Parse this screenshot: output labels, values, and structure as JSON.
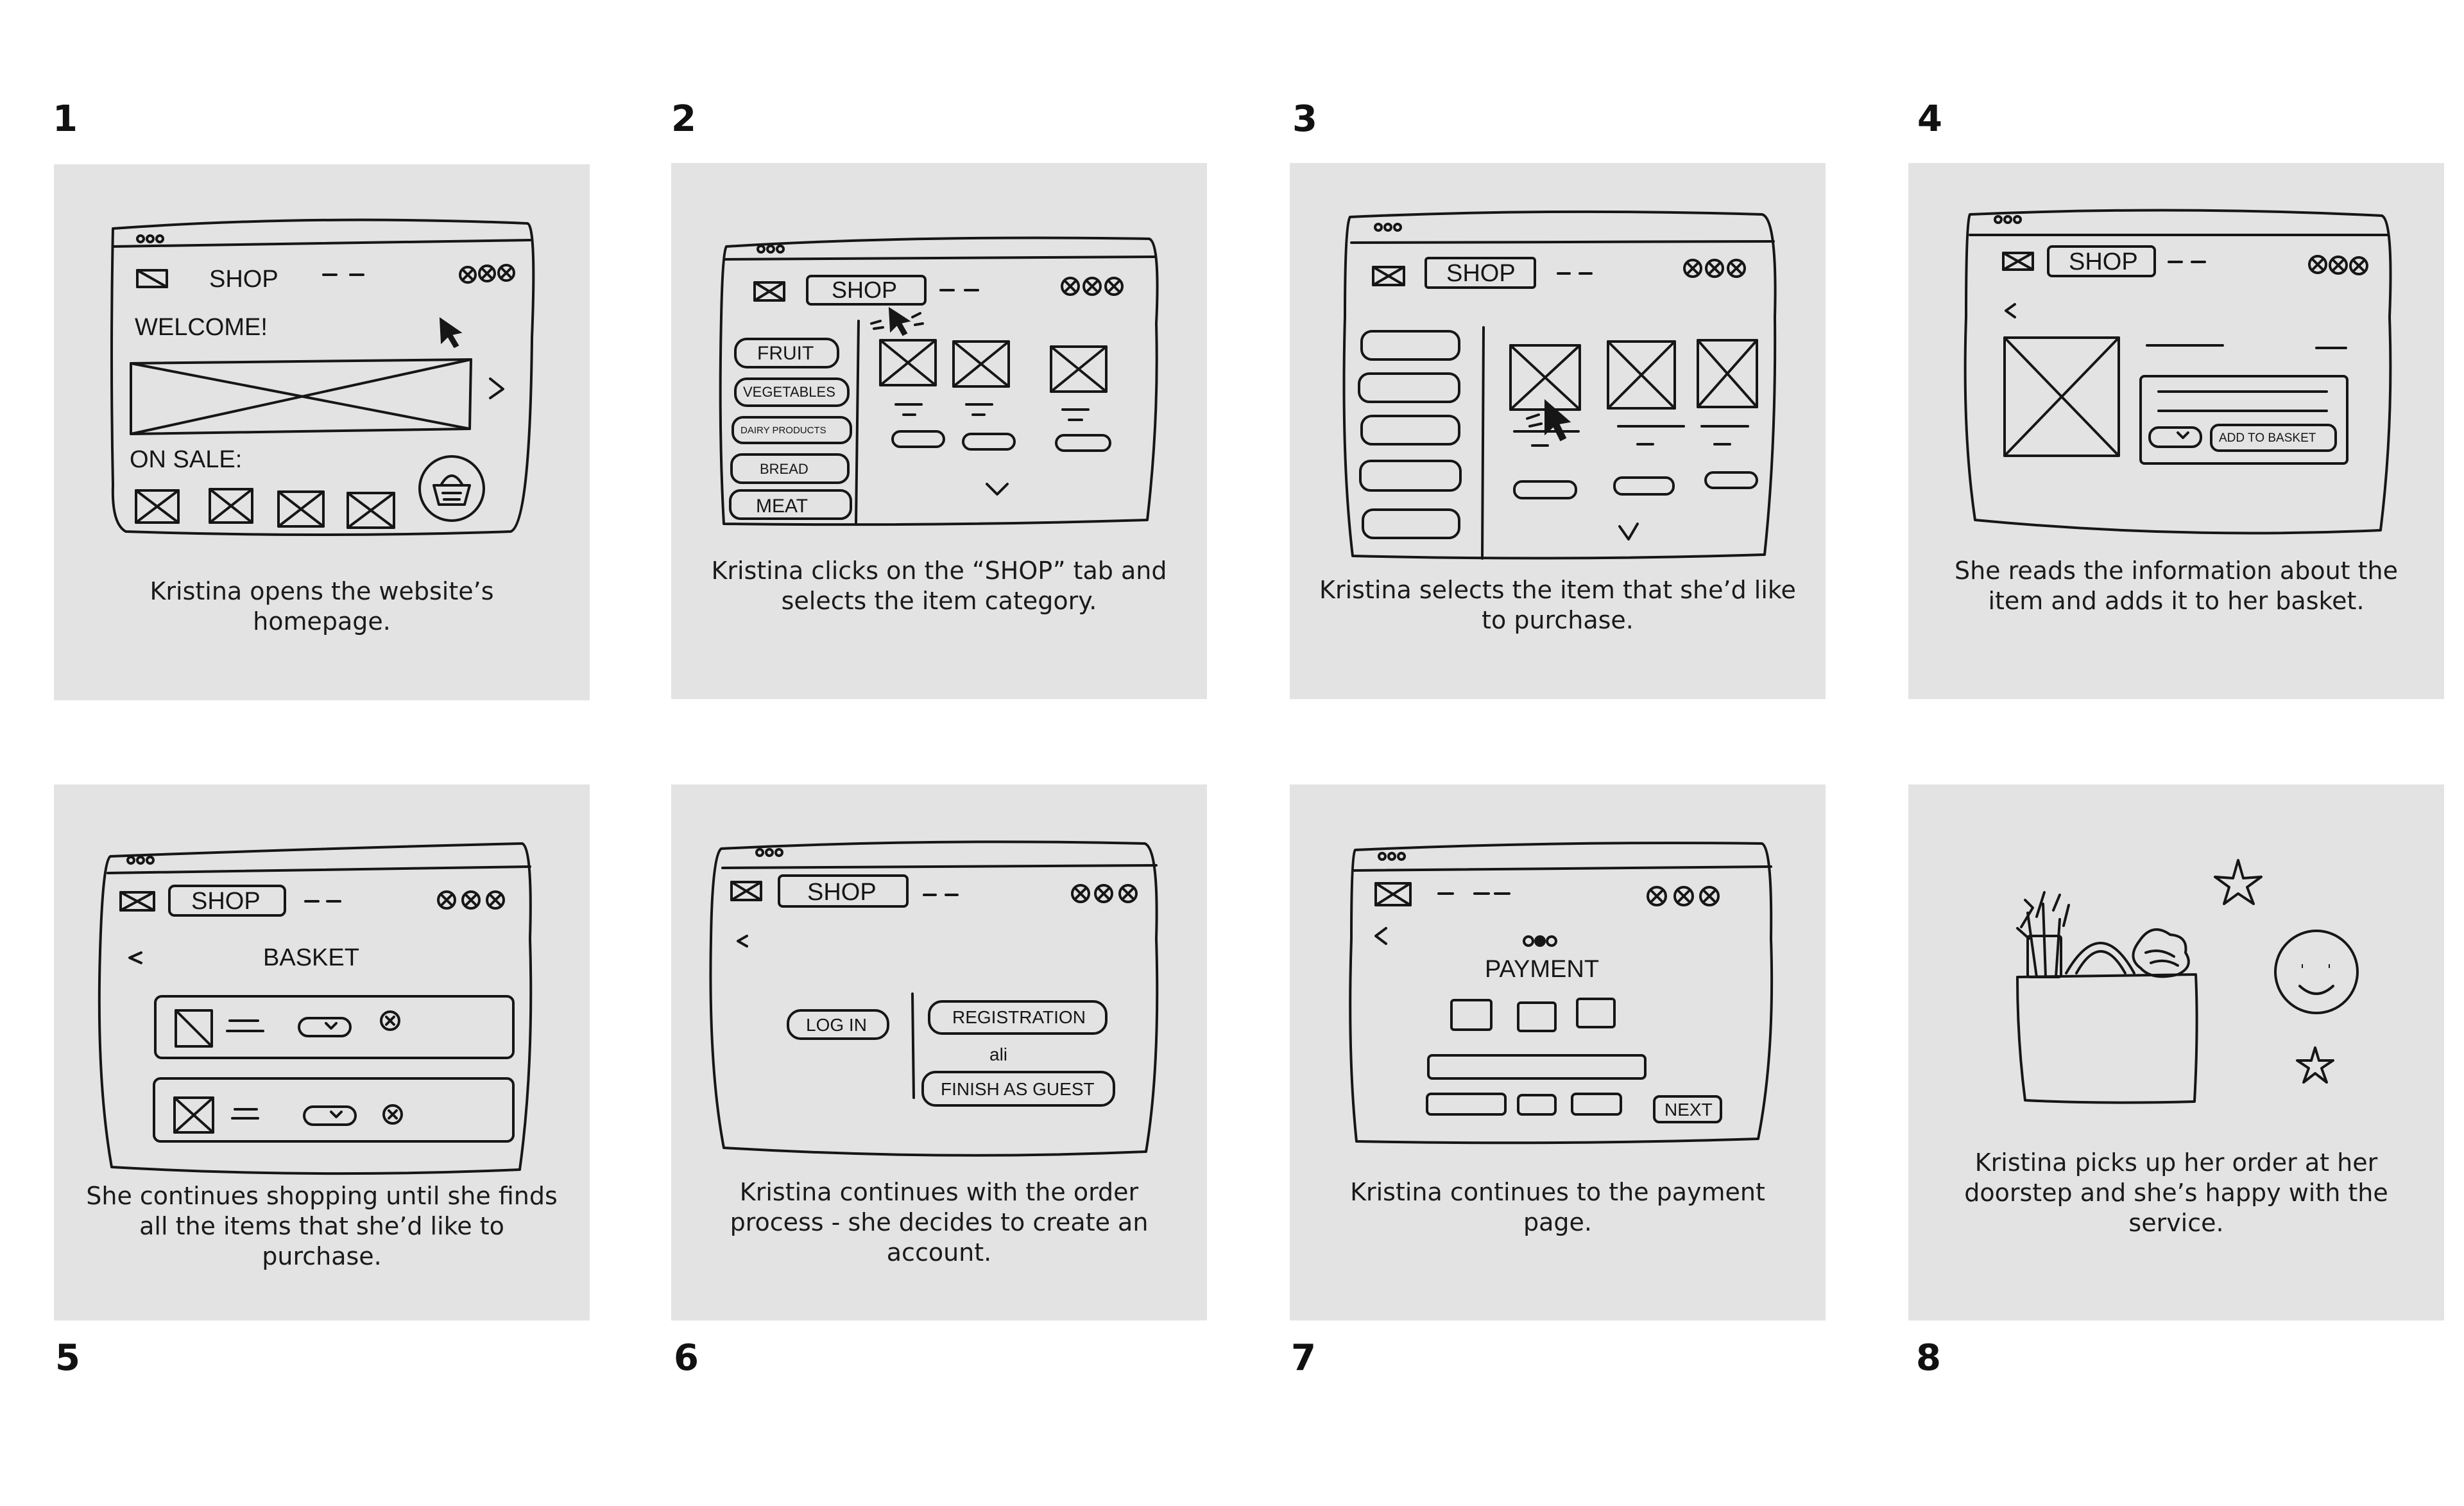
{
  "frames": [
    {
      "number": "1",
      "caption": "Kristina opens the website’s homepage."
    },
    {
      "number": "2",
      "caption": "Kristina clicks on the “SHOP” tab and selects the item category."
    },
    {
      "number": "3",
      "caption": "Kristina selects the item that she’d like to purchase."
    },
    {
      "number": "4",
      "caption": "She reads the information about the item and adds it to her basket."
    },
    {
      "number": "5",
      "caption": "She continues shopping until she finds all the items that she’d like to purchase."
    },
    {
      "number": "6",
      "caption": "Kristina continues with the order process - she decides to create an account."
    },
    {
      "number": "7",
      "caption": "Kristina continues to the payment page."
    },
    {
      "number": "8",
      "caption": "Kristina picks up her order at her doorstep and she’s happy with the service."
    }
  ],
  "sketch_text": {
    "shop": "SHOP",
    "welcome": "WELCOME!",
    "on_sale": "ON SALE:",
    "fruit": "FRUIT",
    "vegetables": "VEGETABLES",
    "dairy": "DAIRY PRODUCTS",
    "bread": "BREAD",
    "meat": "MEAT",
    "add_to_basket": "ADD TO BASKET",
    "basket": "BASKET",
    "log_in": "LOG IN",
    "registration": "REGISTRATION",
    "ali": "ali",
    "finish_as_guest": "FINISH AS GUEST",
    "payment": "PAYMENT",
    "next": "NEXT"
  },
  "icons": [
    "browser-window-icon",
    "image-placeholder-icon",
    "cursor-icon",
    "basket-icon",
    "close-circle-icon",
    "chevron-icon",
    "dropdown-icon",
    "grocery-bag-icon",
    "star-icon",
    "smiley-icon"
  ]
}
